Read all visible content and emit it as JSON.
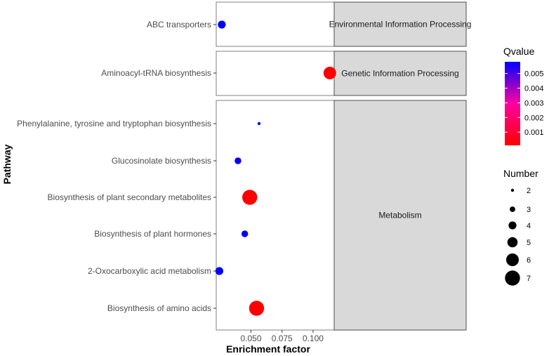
{
  "chart_data": {
    "type": "scatter",
    "xlabel": "Enrichment factor",
    "ylabel": "Pathway",
    "xlim": [
      0.022,
      0.117
    ],
    "x_ticks": [
      0.05,
      0.075,
      0.1
    ],
    "x_tick_labels": [
      "0.050",
      "0.075",
      "0.100"
    ],
    "grid": false,
    "legend_position": "right",
    "panels": [
      {
        "label": "Environmental Information Processing",
        "pathways": [
          "ABC transporters"
        ]
      },
      {
        "label": "Genetic Information Processing",
        "pathways": [
          "Aminoacyl-tRNA biosynthesis"
        ]
      },
      {
        "label": "Metabolism",
        "pathways": [
          "Phenylalanine, tyrosine and tryptophan biosynthesis",
          "Glucosinolate biosynthesis",
          "Biosynthesis of plant secondary metabolites",
          "Biosynthesis of plant hormones",
          "2-Oxocarboxylic acid metabolism",
          "Biosynthesis of amino acids"
        ]
      }
    ],
    "points": [
      {
        "pathway": "ABC transporters",
        "x": 0.0265,
        "number": 4,
        "qvalue": 0.0058
      },
      {
        "pathway": "Aminoacyl-tRNA biosynthesis",
        "x": 0.1135,
        "number": 6,
        "qvalue": 0.0001
      },
      {
        "pathway": "Phenylalanine, tyrosine and tryptophan biosynthesis",
        "x": 0.0565,
        "number": 2,
        "qvalue": 0.0058
      },
      {
        "pathway": "Glucosinolate biosynthesis",
        "x": 0.0395,
        "number": 3.5,
        "qvalue": 0.0058
      },
      {
        "pathway": "Biosynthesis of plant secondary metabolites",
        "x": 0.049,
        "number": 7,
        "qvalue": 0.0001
      },
      {
        "pathway": "Biosynthesis of plant hormones",
        "x": 0.045,
        "number": 3.5,
        "qvalue": 0.0058
      },
      {
        "pathway": "2-Oxocarboxylic acid metabolism",
        "x": 0.0245,
        "number": 4,
        "qvalue": 0.0058
      },
      {
        "pathway": "Biosynthesis of amino acids",
        "x": 0.0545,
        "number": 7,
        "qvalue": 0.0001
      }
    ],
    "color_scale": {
      "title": "Qvalue",
      "low_color": "#ff0000",
      "high_color": "#0000ff",
      "range": [
        0.0001,
        0.0058
      ],
      "ticks": [
        0.001,
        0.002,
        0.003,
        0.004,
        0.005
      ],
      "tick_labels": [
        "0.001",
        "0.002",
        "0.003",
        "0.004",
        "0.005"
      ]
    },
    "size_scale": {
      "title": "Number",
      "values": [
        2,
        3,
        4,
        5,
        6,
        7
      ],
      "labels": [
        "2",
        "3",
        "4",
        "5",
        "6",
        "7"
      ]
    },
    "colors": {
      "panel_border": "#808080",
      "strip_fill": "#d9d9d9",
      "strip_border": "#4d4d4d"
    }
  }
}
